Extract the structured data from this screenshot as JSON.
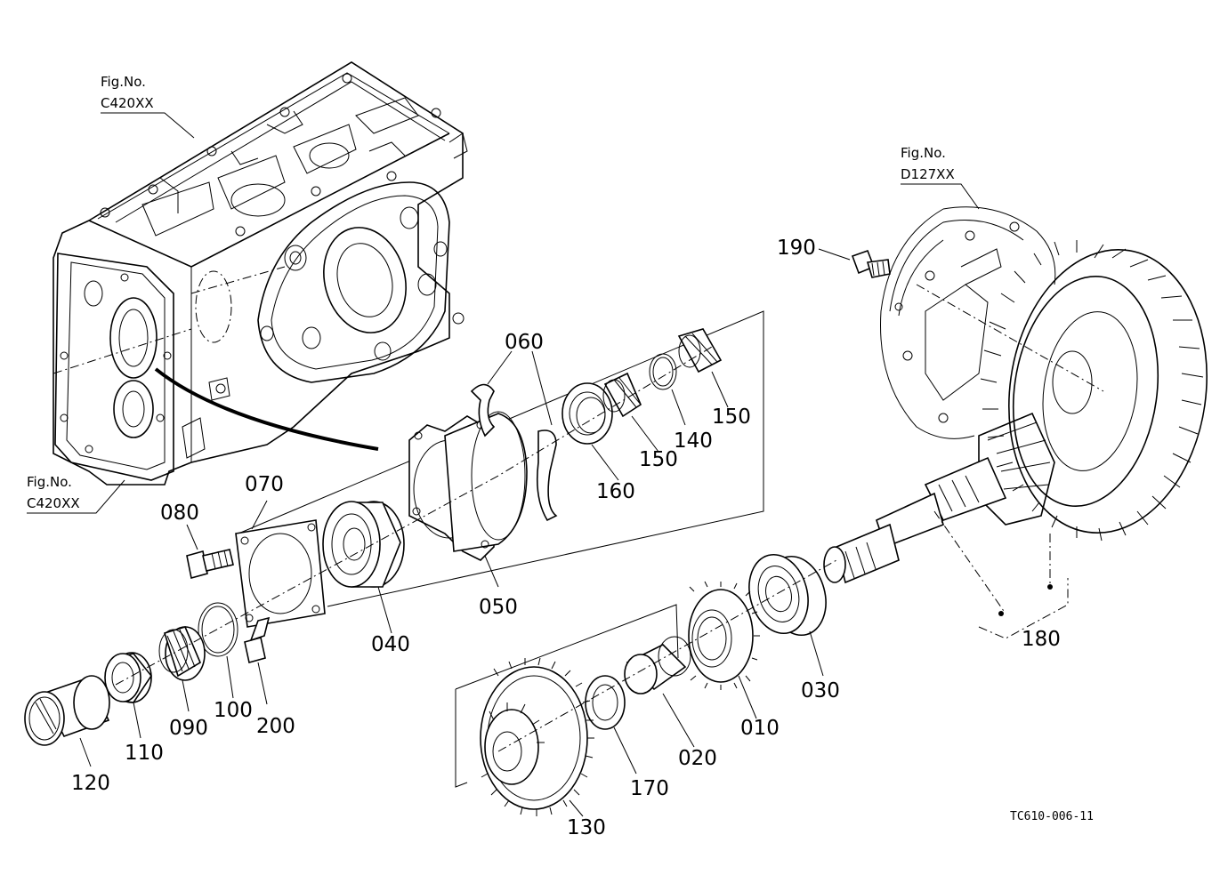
{
  "figure_refs": [
    {
      "id": "fig-c420xx-top",
      "line1": "Fig.No.",
      "line2": "C420XX"
    },
    {
      "id": "fig-c420xx-left",
      "line1": "Fig.No.",
      "line2": "C420XX"
    },
    {
      "id": "fig-d127xx",
      "line1": "Fig.No.",
      "line2": "D127XX"
    }
  ],
  "parts": {
    "p010": "010",
    "p020": "020",
    "p030": "030",
    "p040": "040",
    "p050": "050",
    "p060": "060",
    "p070": "070",
    "p080": "080",
    "p090": "090",
    "p100": "100",
    "p110": "110",
    "p120": "120",
    "p130": "130",
    "p140": "140",
    "p150a": "150",
    "p150b": "150",
    "p160": "160",
    "p170": "170",
    "p180": "180",
    "p190": "190",
    "p200": "200"
  },
  "diagram_code": "TC610-006-11"
}
